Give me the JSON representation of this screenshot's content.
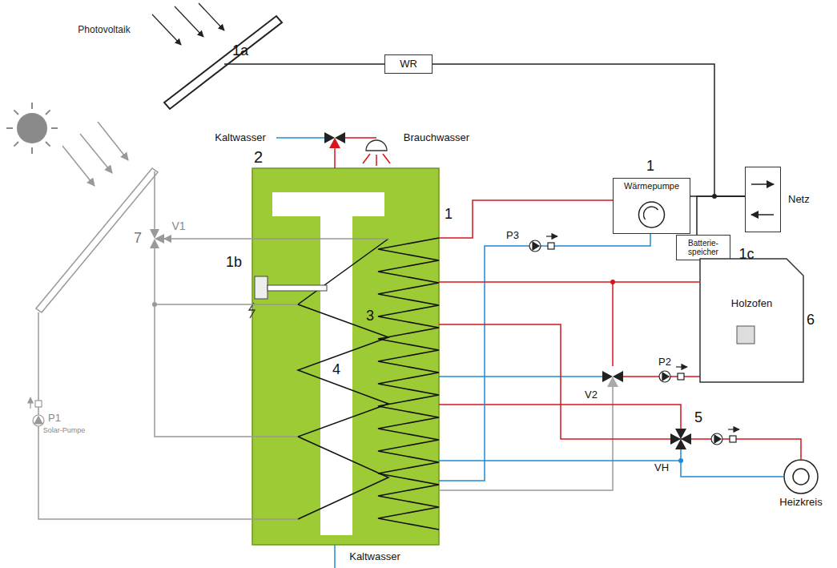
{
  "diagram": {
    "nodes": [
      {
        "text": [
          "WR"
        ]
      },
      {
        "text": [
          "Wärmepumpe"
        ]
      },
      {
        "text": [
          "Netz"
        ]
      },
      {
        "text": [
          "2"
        ]
      },
      {
        "text": [
          "Batterie- speicher"
        ]
      },
      {
        "text": [
          "Holzofen"
        ]
      },
      {
        "text": [
          "Heizkreis"
        ]
      }
    ],
    "edges": [
      {
        "from": 0,
        "to": 2,
        "arrow": "none"
      },
      {
        "from": 1,
        "to": 2,
        "arrow": "none"
      },
      {
        "from": 4,
        "to": 2,
        "arrow": "none"
      },
      {
        "from": 1,
        "to": 3,
        "arrow": "none"
      },
      {
        "from": 5,
        "to": 3,
        "arrow": "none"
      },
      {
        "from": 3,
        "to": 6,
        "arrow": "none"
      }
    ],
    "labels": [
      "Photovoltaik",
      "1a",
      "Kaltwasser",
      "Brauchwasser",
      "1",
      "1",
      "1b",
      "3",
      "4",
      "V1",
      "7",
      "P3",
      "1c",
      "V2",
      "P2",
      "6",
      "5",
      "VH",
      "P1",
      "Solar-Pumpe",
      "Kaltwasser"
    ]
  }
}
